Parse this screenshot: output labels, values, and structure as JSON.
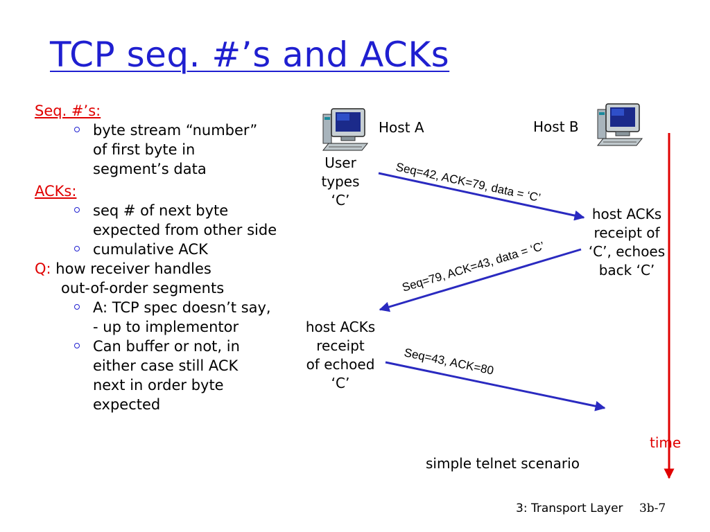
{
  "slide": {
    "title": "TCP seq. #’s and ACKs"
  },
  "notes": {
    "seq_heading": "Seq. #’s:",
    "seq_bullets": [
      "byte stream “number” of first byte in segment’s data"
    ],
    "ack_heading": "ACKs:",
    "ack_bullets": [
      "seq # of next byte expected from other side",
      "cumulative ACK"
    ],
    "q_label": "Q:",
    "q_text_line1": "how receiver handles",
    "q_text_line2": "out-of-order segments",
    "q_bullets": [
      "A: TCP spec doesn’t say, - up to implementor",
      "Can buffer or not, in either case still ACK next in order byte expected"
    ]
  },
  "diagram": {
    "host_a": "Host A",
    "host_b": "Host B",
    "event_a1": [
      "User",
      "types",
      "‘C’"
    ],
    "event_b1": [
      "host ACKs",
      "receipt of",
      "‘C’, echoes",
      "back ‘C’"
    ],
    "event_a2": [
      "host ACKs",
      "receipt",
      "of echoed",
      "‘C’"
    ],
    "segments": [
      "Seq=42, ACK=79, data = ‘C’",
      "Seq=79, ACK=43, data = ‘C’",
      "Seq=43, ACK=80"
    ],
    "caption": "simple telnet scenario",
    "time_label": "time",
    "colors": {
      "title": "#1f1fd0",
      "heading": "#e00000",
      "arrow": "#2a2ac0",
      "timeline": "#e00000"
    }
  },
  "footer": {
    "section": "3: Transport Layer",
    "page": "3b-7"
  }
}
